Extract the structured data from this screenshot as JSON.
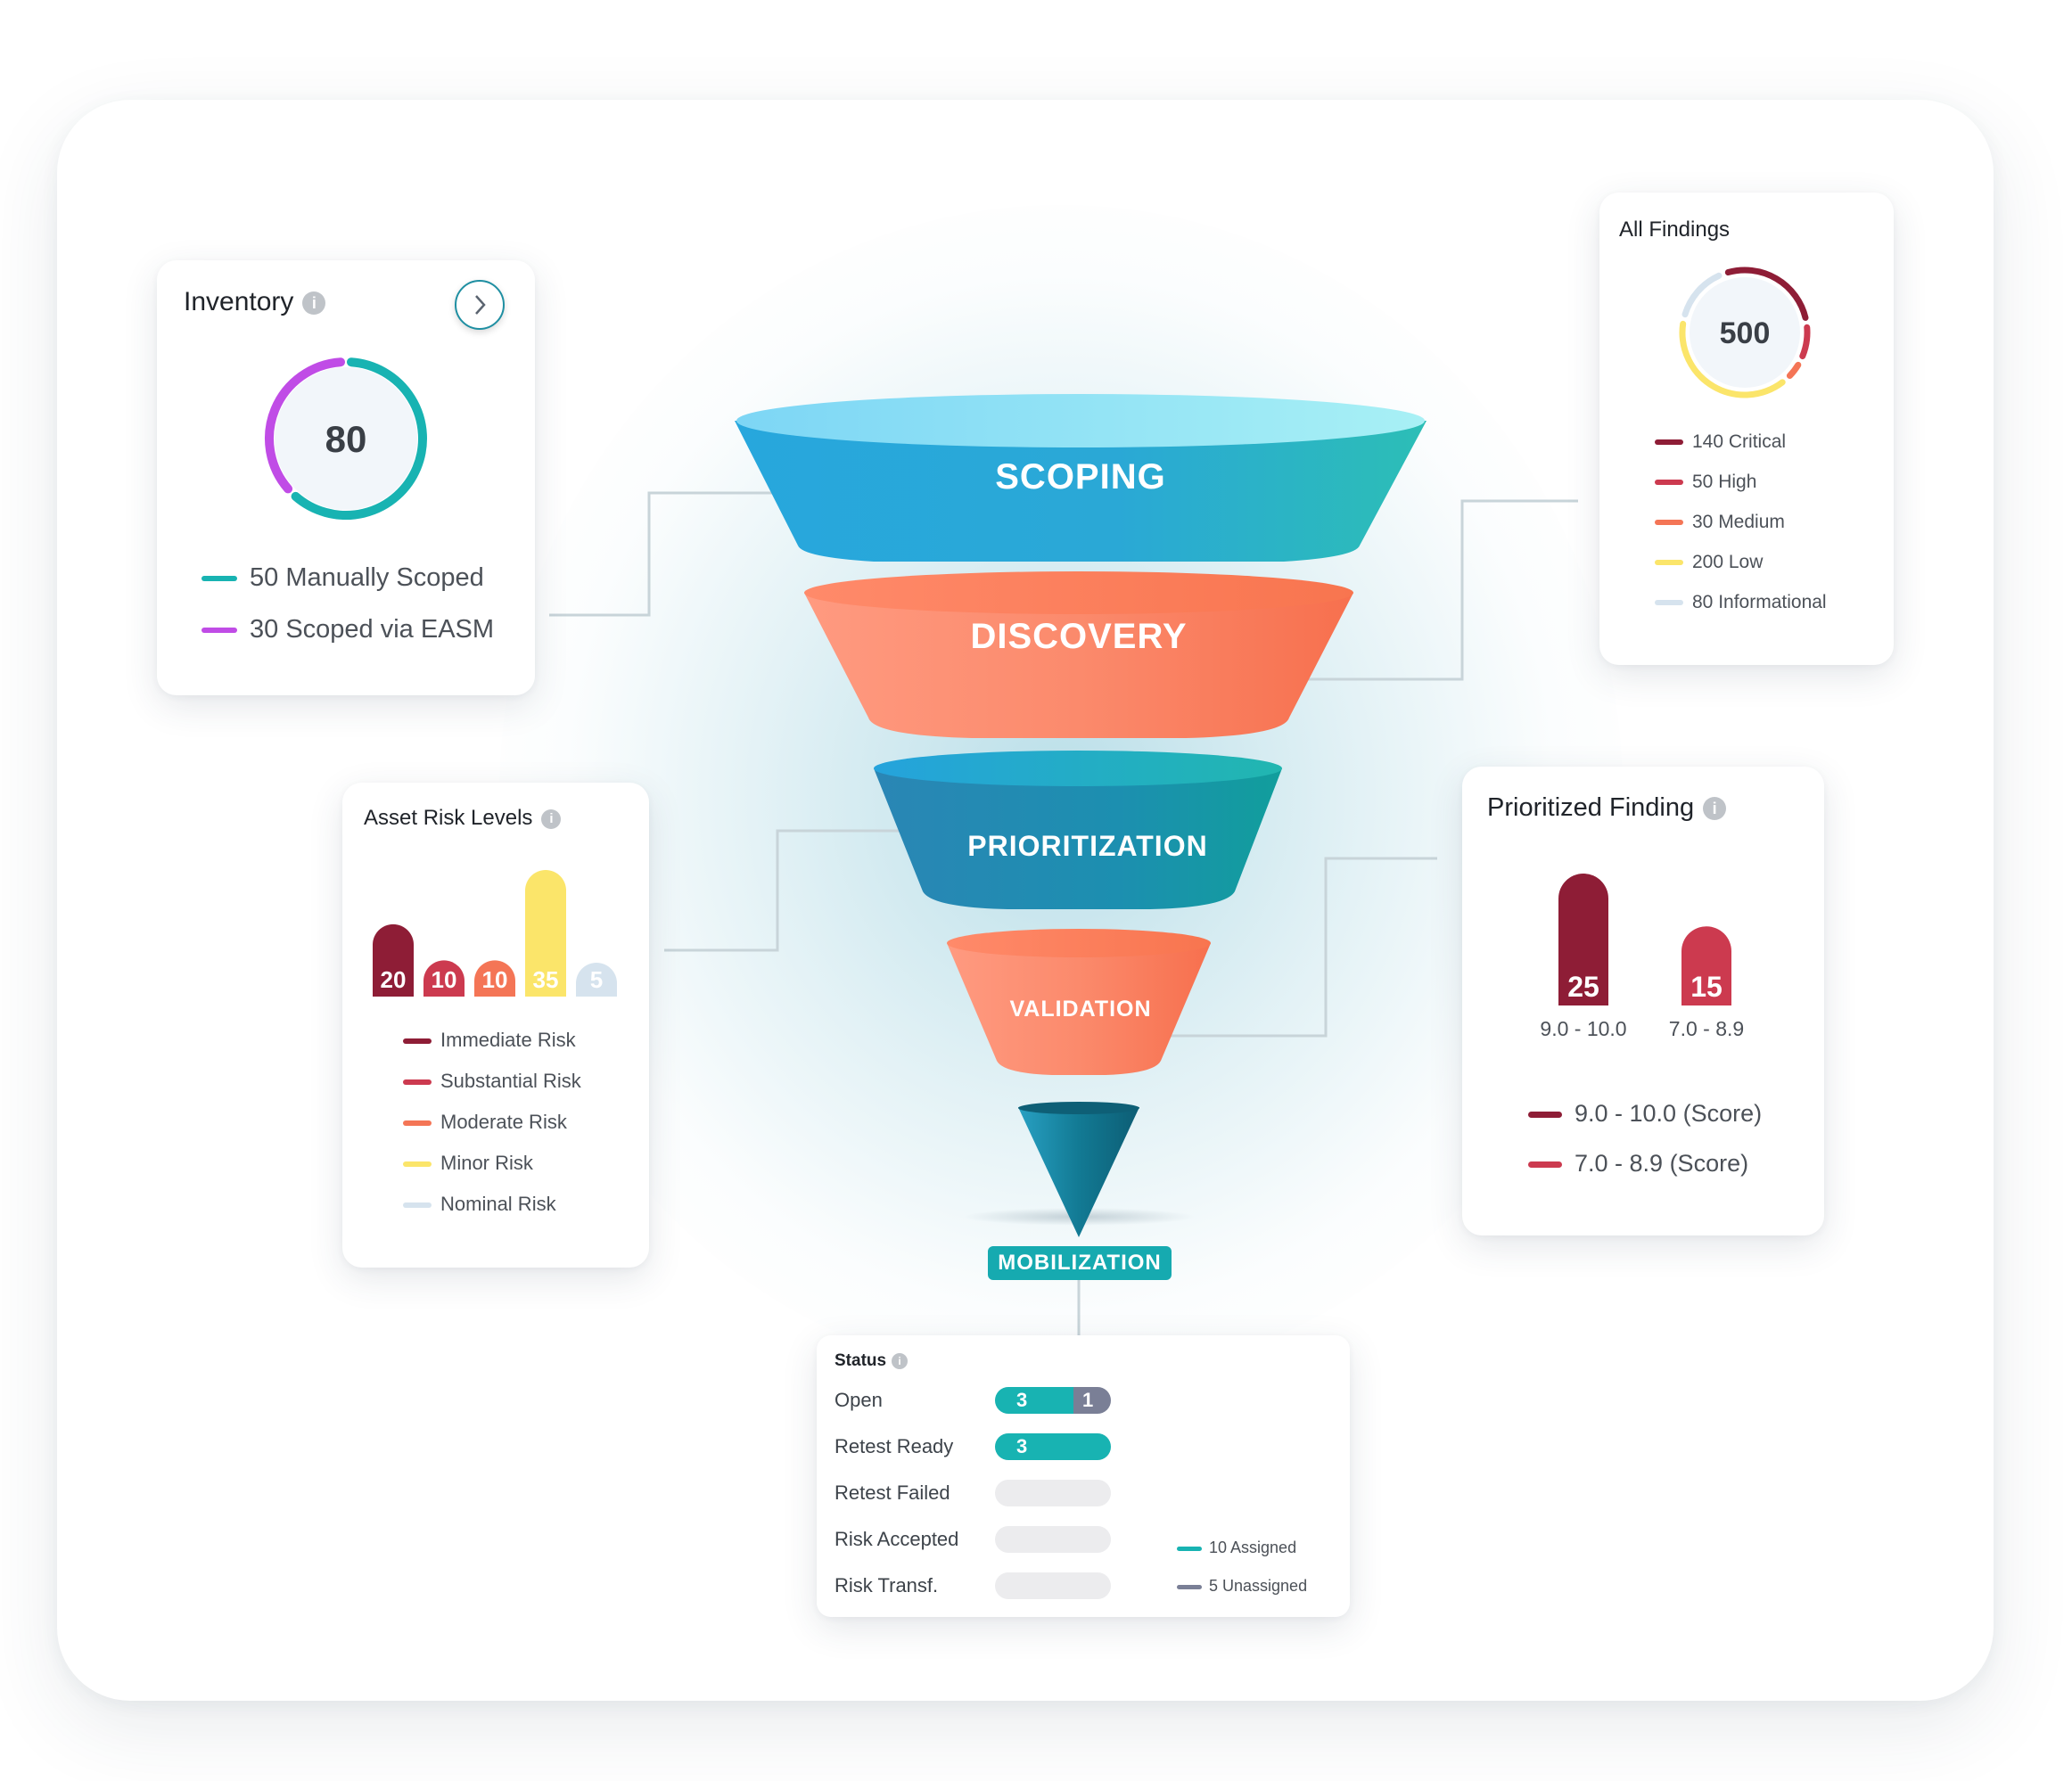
{
  "colors": {
    "teal": "#18b3b2",
    "purple": "#c04ce6",
    "critical": "#8e1d36",
    "high": "#cc3a4f",
    "medium": "#f47556",
    "low": "#fbe56a",
    "informational": "#d6e3ee",
    "unassigned": "#7a7f96"
  },
  "inventory": {
    "title": "Inventory",
    "total": "80",
    "legend": [
      {
        "label": "50 Manually Scoped",
        "value": 50,
        "color": "#18b3b2"
      },
      {
        "label": "30 Scoped via EASM",
        "value": 30,
        "color": "#c04ce6"
      }
    ]
  },
  "all_findings": {
    "title": "All Findings",
    "total": "500",
    "legend": [
      {
        "label": "140 Critical",
        "value": 140,
        "color": "#8e1d36"
      },
      {
        "label": "50 High",
        "value": 50,
        "color": "#cc3a4f"
      },
      {
        "label": "30 Medium",
        "value": 30,
        "color": "#f47556"
      },
      {
        "label": "200 Low",
        "value": 200,
        "color": "#fbe56a"
      },
      {
        "label": "80 Informational",
        "value": 80,
        "color": "#d6e3ee"
      }
    ]
  },
  "funnel": {
    "stages": [
      "SCOPING",
      "DISCOVERY",
      "PRIORITIZATION",
      "VALIDATION"
    ],
    "mobilization": "MOBILIZATION"
  },
  "asset_risk": {
    "title": "Asset Risk Levels",
    "bars": [
      {
        "value": 20,
        "label": "20",
        "color": "#8e1d36"
      },
      {
        "value": 10,
        "label": "10",
        "color": "#cc3a4f"
      },
      {
        "value": 10,
        "label": "10",
        "color": "#f47556"
      },
      {
        "value": 35,
        "label": "35",
        "color": "#fbe56a"
      },
      {
        "value": 5,
        "label": "5",
        "color": "#d6e3ee"
      }
    ],
    "legend": [
      {
        "label": "Immediate Risk",
        "color": "#8e1d36"
      },
      {
        "label": "Substantial Risk",
        "color": "#cc3a4f"
      },
      {
        "label": "Moderate Risk",
        "color": "#f47556"
      },
      {
        "label": "Minor Risk",
        "color": "#fbe56a"
      },
      {
        "label": "Nominal Risk",
        "color": "#d6e3ee"
      }
    ]
  },
  "prioritized": {
    "title": "Prioritized Finding",
    "bars": [
      {
        "value": 25,
        "label": "25",
        "range": "9.0 - 10.0",
        "color": "#8e1d36"
      },
      {
        "value": 15,
        "label": "15",
        "range": "7.0 - 8.9",
        "color": "#cc3a4f"
      }
    ],
    "legend": [
      {
        "label": "9.0 - 10.0 (Score)",
        "color": "#8e1d36"
      },
      {
        "label": "7.0 - 8.9 (Score)",
        "color": "#cc3a4f"
      }
    ]
  },
  "status": {
    "title": "Status",
    "rows": [
      {
        "label": "Open",
        "assigned": 3,
        "unassigned": 1,
        "assigned_label": "3",
        "unassigned_label": "1"
      },
      {
        "label": "Retest Ready",
        "assigned": 3,
        "unassigned": 0,
        "assigned_label": "3",
        "unassigned_label": ""
      },
      {
        "label": "Retest Failed",
        "assigned": 0,
        "unassigned": 0,
        "assigned_label": "",
        "unassigned_label": ""
      },
      {
        "label": "Risk Accepted",
        "assigned": 0,
        "unassigned": 0,
        "assigned_label": "",
        "unassigned_label": ""
      },
      {
        "label": "Risk Transf.",
        "assigned": 0,
        "unassigned": 0,
        "assigned_label": "",
        "unassigned_label": ""
      }
    ],
    "legend": [
      {
        "label": "10 Assigned",
        "color": "#18b3b2"
      },
      {
        "label": "5 Unassigned",
        "color": "#7a7f96"
      }
    ]
  }
}
